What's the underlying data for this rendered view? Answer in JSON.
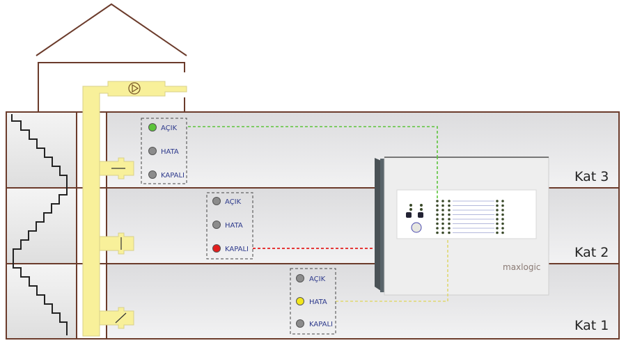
{
  "floors": [
    {
      "label": "Kat 3",
      "status": {
        "acik": "AÇIK",
        "hata": "HATA",
        "kapali": "KAPALI",
        "active": "acik",
        "active_color": "#5cc43a"
      }
    },
    {
      "label": "Kat 2",
      "status": {
        "acik": "AÇIK",
        "hata": "HATA",
        "kapali": "KAPALI",
        "active": "kapali",
        "active_color": "#e31e1e"
      }
    },
    {
      "label": "Kat 1",
      "status": {
        "acik": "AÇIK",
        "hata": "HATA",
        "kapali": "KAPALI",
        "active": "hata",
        "active_color": "#f2e61c"
      }
    }
  ],
  "panel": {
    "logo": "maxlogic"
  },
  "colors": {
    "wall": "#6b3b2b",
    "pipe": "#f8f09a",
    "inactive_led": "#8c8c8c",
    "link_green": "#5cc43a",
    "link_red": "#e31e1e",
    "link_yellow": "#e0d870"
  },
  "icons": {
    "pump": "pump-icon",
    "valve": "valve-icon"
  }
}
